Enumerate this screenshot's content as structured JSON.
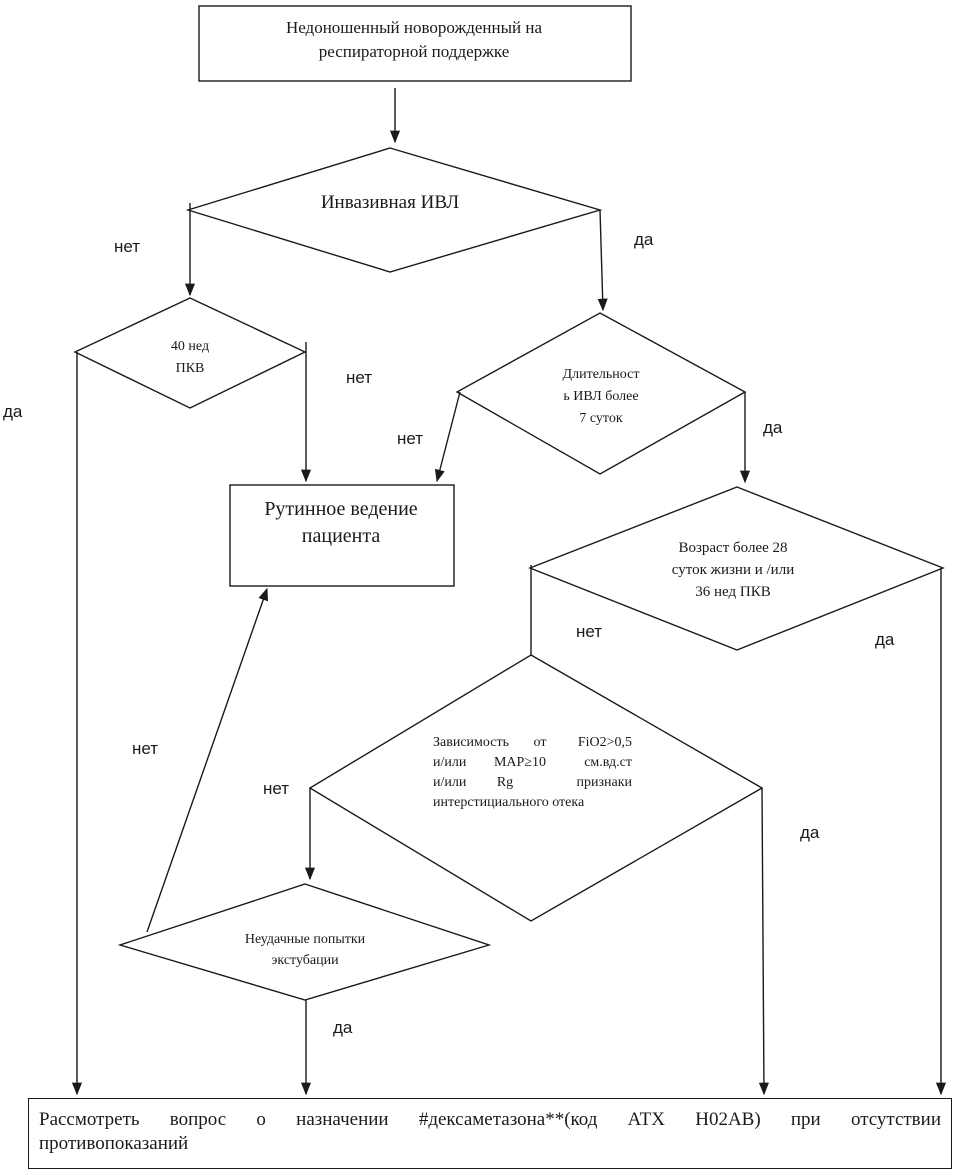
{
  "nodes": {
    "start": {
      "line1": "Недоношенный новорожденный на",
      "line2": "респираторной поддержке"
    },
    "invasive": {
      "label": "Инвазивная ИВЛ"
    },
    "pma40": {
      "line1": "40 нед",
      "line2": "ПКВ"
    },
    "duration": {
      "line1": "Длительност",
      "line2": "ь ИВЛ более",
      "line3": "7 суток"
    },
    "routine": {
      "line1": "Рутинное ведение",
      "line2": "пациента"
    },
    "age": {
      "line1": "Возраст более 28",
      "line2": "суток жизни и /или",
      "line3": "36 нед ПКВ"
    },
    "dependence": {
      "line1_a": "Зависимость",
      "line1_b": "от",
      "line1_c": "FiO2>0,5",
      "line2_a": "и/или",
      "line2_b": "MAP≥10",
      "line2_c": "см.вд.ст",
      "line3_a": "и/или",
      "line3_b": "Rg",
      "line3_c": "признаки",
      "line4": "интерстициального отека"
    },
    "extubation": {
      "line1": "Неудачные попытки",
      "line2": "экстубации"
    },
    "final": {
      "line1": "Рассмотреть вопрос о назначении #дексаметазона**(код АТХ H02AB) при отсутствии",
      "line2": "противопоказаний"
    }
  },
  "edge_labels": {
    "invasive_no": "нет",
    "invasive_yes": "да",
    "pma40_yes": "да",
    "pma40_no": "нет",
    "duration_no": "нет",
    "duration_yes": "да",
    "age_no": "нет",
    "age_yes": "да",
    "dependence_no": "нет",
    "dependence_yes": "да",
    "extubation_no": "нет",
    "extubation_yes": "да"
  },
  "colors": {
    "stroke": "#1a1a1a",
    "background": "#ffffff"
  }
}
